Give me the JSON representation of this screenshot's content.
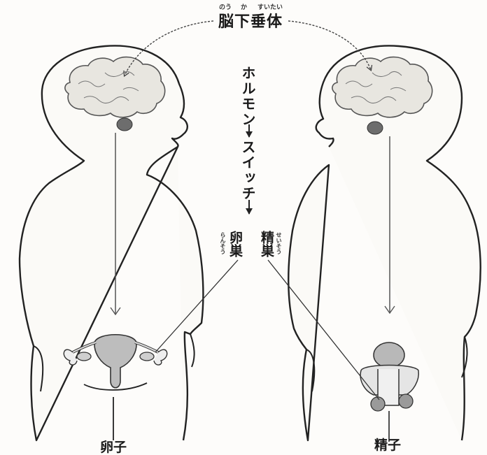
{
  "pituitary": {
    "label": "脳下垂体",
    "reading_parts": [
      "のう",
      "か",
      "すいたい"
    ]
  },
  "flow": {
    "hormone": "ホルモン",
    "switch": "スイッチ"
  },
  "ovary": {
    "label": "卵巣",
    "reading": "らんそう"
  },
  "testis": {
    "label": "精巣",
    "reading": "せいそう"
  },
  "captions": {
    "left": "卵子",
    "right": "精子"
  }
}
